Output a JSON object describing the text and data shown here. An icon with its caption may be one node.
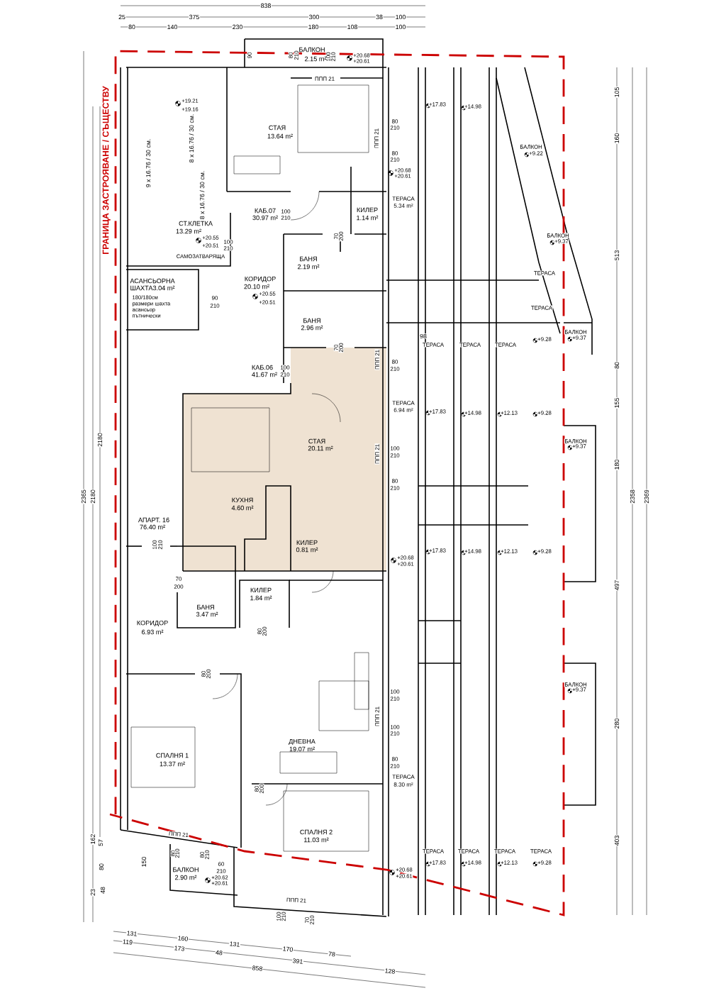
{
  "diagram": {
    "labels": [
      "838",
      "25",
      "375",
      "300",
      "38",
      "100",
      "80",
      "140",
      "230",
      "180",
      "108",
      "100",
      "ГРАНИЦА ЗАСТРОЯВАНЕ / СЪЩЕСТВУ",
      "90",
      "80",
      "210",
      "100",
      "210",
      "БАЛКОН",
      "2.15 m²",
      "+20.68",
      "+20.61",
      "ППП 21",
      "+19.21",
      "+19.16",
      "9 x 16.76 / 30 см.",
      "8 x 16.76 / 30 см.",
      "8 x 16.76 / 30 см.",
      "СТАЯ",
      "13.64 m²",
      "ППП 21",
      "80",
      "210",
      "80",
      "210",
      "+20.68",
      "+20.61",
      "ТЕРАСА",
      "5.34 m²",
      "КАБ.07",
      "30.97 m²",
      "100",
      "210",
      "КИЛЕР",
      "1.14 m²",
      "70",
      "200",
      "СТ.КЛЕТКА",
      "13.29 m²",
      "+20.55",
      "+20.51",
      "100",
      "210",
      "САМОЗАТВАРЯЩА",
      "БАНЯ",
      "2.19 m²",
      "АСАНСЬОРНА",
      "ШАХТА3.04 m²",
      "180/180см размери шахта асансьор пътнически",
      "90",
      "210",
      "КОРИДОР",
      "20.10 m²",
      "+20.55",
      "+20.51",
      "БАНЯ",
      "2.96 m²",
      "70",
      "200",
      "98",
      "ППП 21",
      "КАБ.06",
      "41.67 m²",
      "100",
      "210",
      "80",
      "210",
      "ТЕРАСА",
      "6.94 m²",
      "СТАЯ",
      "20.11 m²",
      "ППП 21",
      "100",
      "210",
      "80",
      "210",
      "КУХНЯ",
      "4.60 m²",
      "КИЛЕР",
      "0.81 m²",
      "+20.68",
      "+20.61",
      "АПАРТ. 16",
      "76.40 m²",
      "100",
      "210",
      "70",
      "200",
      "КИЛЕР",
      "1.84 m²",
      "БАНЯ",
      "3.47 m²",
      "КОРИДОР",
      "6.93 m²",
      "80",
      "200",
      "80",
      "200",
      "ППП 21",
      "100",
      "210",
      "100",
      "210",
      "80",
      "210",
      "ТЕРАСА",
      "8.30 m²",
      "ДНЕВНА",
      "19.07 m²",
      "СПАЛНЯ 1",
      "13.37 m²",
      "80",
      "200",
      "СПАЛНЯ 2",
      "11.03 m²",
      "ППП 21",
      "80",
      "210",
      "80",
      "210",
      "60",
      "210",
      "БАЛКОН",
      "2.90 m²",
      "+20.62",
      "+20.61",
      "+20.68",
      "+20.61",
      "ППП 21",
      "100",
      "210",
      "70",
      "210",
      "2365",
      "2180",
      "2180",
      "162",
      "57",
      "150",
      "80",
      "23",
      "48",
      "131",
      "160",
      "119",
      "173",
      "131",
      "48",
      "170",
      "78",
      "391",
      "858",
      "128",
      "105",
      "160",
      "513",
      "80",
      "155",
      "180",
      "497",
      "280",
      "403",
      "2358",
      "2369",
      "+17.83",
      "+14.98",
      "БАЛКОН",
      "+9.22",
      "БАЛКОН",
      "+9.37",
      "ТЕРАСА",
      "ТЕРАСА",
      "БАЛКОН",
      "+9.37",
      "ТЕРАСА",
      "ТЕРАСА",
      "ТЕРАСА",
      "+9.28",
      "+17.83",
      "+14.98",
      "+12.13",
      "+9.28",
      "БАЛКОН",
      "+9.37",
      "+17.83",
      "+14.98",
      "+12.13",
      "+9.28",
      "БАЛКОН",
      "+9.37",
      "ТЕРАСА",
      "ТЕРАСА",
      "ТЕРАСА",
      "ТЕРАСА",
      "+17.83",
      "+14.98",
      "+12.13",
      "+9.28"
    ]
  }
}
